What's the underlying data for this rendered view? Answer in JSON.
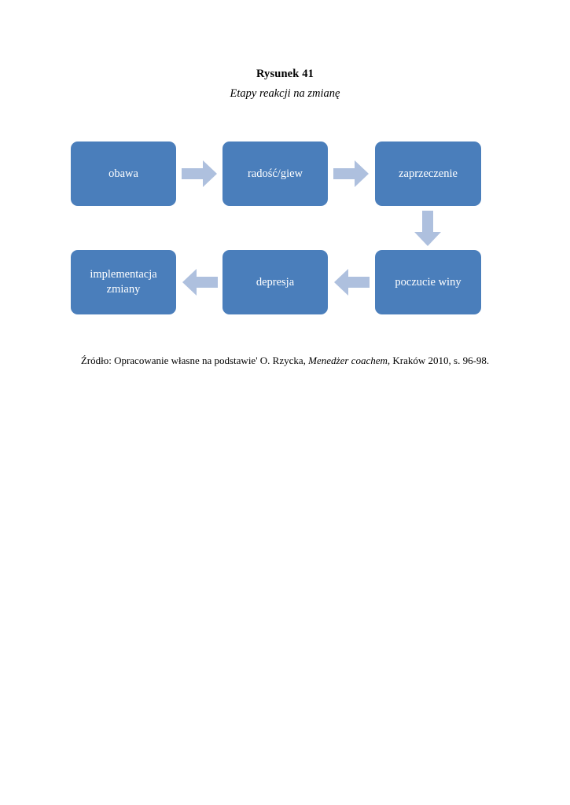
{
  "figure": {
    "title": "Rysunek 41",
    "subtitle": "Etapy reakcji na zmianę"
  },
  "colors": {
    "node_fill": "#4a7ebb",
    "node_text": "#ffffff",
    "arrow_fill": "#aec0de",
    "page_background": "#ffffff",
    "text": "#000000"
  },
  "chart_data": {
    "type": "diagram",
    "title": "Etapy reakcji na zmianę",
    "nodes": [
      {
        "id": "obawa",
        "label": "obawa",
        "row": 1,
        "col": 1
      },
      {
        "id": "radosc_giew",
        "label": "radość/giew",
        "row": 1,
        "col": 2
      },
      {
        "id": "zaprzeczenie",
        "label": "zaprzeczenie",
        "row": 1,
        "col": 3
      },
      {
        "id": "poczucie_winy",
        "label": "poczucie winy",
        "row": 2,
        "col": 3
      },
      {
        "id": "depresja",
        "label": "depresja",
        "row": 2,
        "col": 2
      },
      {
        "id": "implementacja",
        "label": "implementacja\nzmiany",
        "row": 2,
        "col": 1
      }
    ],
    "edges": [
      {
        "from": "obawa",
        "to": "radosc_giew",
        "direction": "right"
      },
      {
        "from": "radosc_giew",
        "to": "zaprzeczenie",
        "direction": "right"
      },
      {
        "from": "zaprzeczenie",
        "to": "poczucie_winy",
        "direction": "down"
      },
      {
        "from": "poczucie_winy",
        "to": "depresja",
        "direction": "left"
      },
      {
        "from": "depresja",
        "to": "implementacja",
        "direction": "left"
      }
    ]
  },
  "nodes": {
    "obawa": "obawa",
    "radosc_giew": "radość/giew",
    "zaprzeczenie": "zaprzeczenie",
    "poczucie_winy": "poczucie winy",
    "depresja": "depresja",
    "implementacja": "implementacja\nzmiany"
  },
  "source": {
    "prefix": "Źródło: Opracowanie własne na podstawie' O. Rzycka, ",
    "work_italic": "Menedżer coachem",
    "suffix": ", Kraków 2010, s. 96-98."
  }
}
